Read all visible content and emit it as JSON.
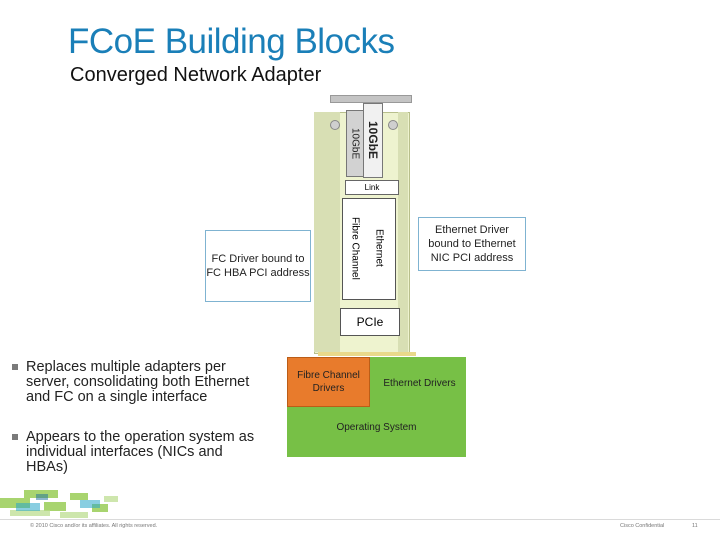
{
  "title": "FCoE Building Blocks",
  "subtitle": "Converged Network Adapter",
  "adapter": {
    "port_1_label": "10GbE",
    "port_2_label": "10GbE",
    "link_label": "Link",
    "chip_fc_label": "Fibre Channel",
    "chip_eth_label": "Ethernet",
    "pcie_label": "PCIe"
  },
  "callouts": {
    "fc": "FC Driver bound to FC HBA PCI address",
    "eth": "Ethernet Driver bound to Ethernet NIC PCI address"
  },
  "stack": {
    "fc_drivers": "Fibre Channel Drivers",
    "eth_drivers": "Ethernet Drivers",
    "os": "Operating System"
  },
  "bullets": [
    "Replaces multiple adapters per server, consolidating both Ethernet and FC on a single interface",
    "Appears to the operation system as individual interfaces (NICs and HBAs)"
  ],
  "footer": {
    "copyright": "© 2010 Cisco and/or its affiliates. All rights reserved.",
    "confidential": "Cisco Confidential",
    "page": "11"
  },
  "colors": {
    "title": "#1a7fb8",
    "os_green": "#77c046",
    "fc_orange": "#e87b2c",
    "card": "#eef3cf",
    "callout_border": "#7fb3d1"
  }
}
